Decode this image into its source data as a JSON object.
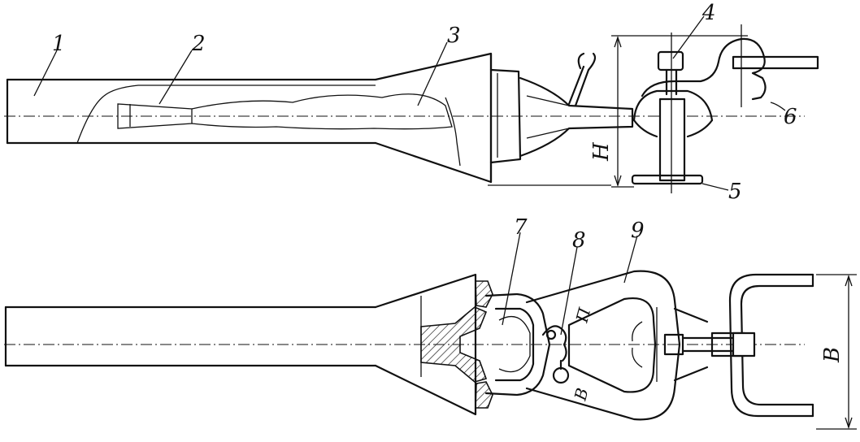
{
  "labels": {
    "l1": "1",
    "l2": "2",
    "l3": "3",
    "l4": "4",
    "l5": "5",
    "l6": "6",
    "l7": "7",
    "l8": "8",
    "l9": "9",
    "dimH": "H",
    "dimB": "B",
    "markP": "П",
    "markV": "В"
  }
}
